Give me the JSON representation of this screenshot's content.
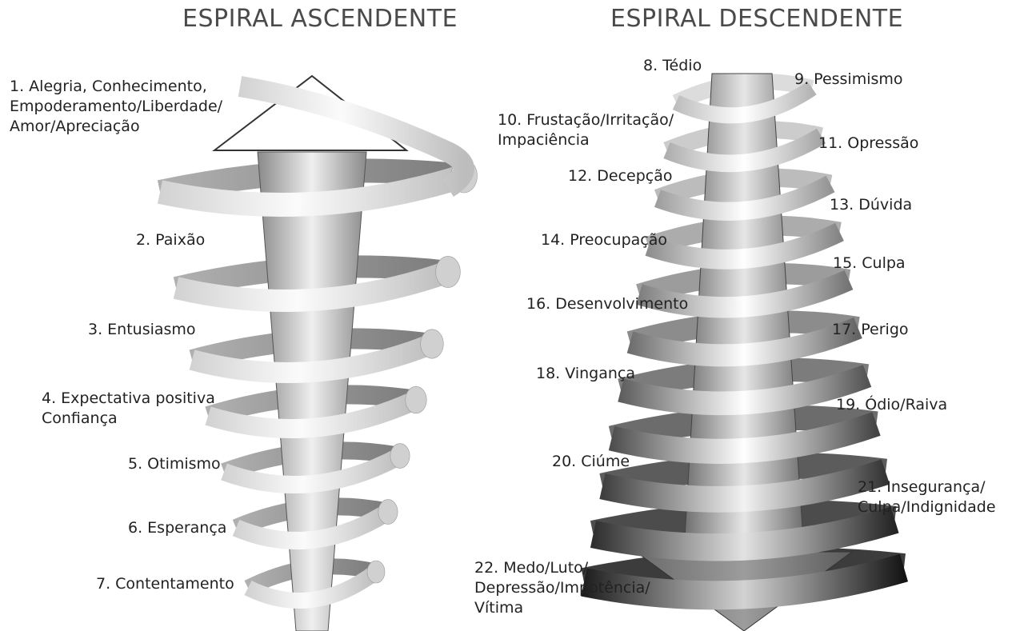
{
  "left": {
    "title": "ESPIRAL ASCENDENTE",
    "levels": [
      [
        "1. Alegria, Conhecimento,",
        "Empoderamento/Liberdade/",
        "Amor/Apreciação"
      ],
      [
        "2. Paixão"
      ],
      [
        "3. Entusiasmo"
      ],
      [
        "4. Expectativa positiva",
        "Confiança"
      ],
      [
        "5. Otimismo"
      ],
      [
        "6. Esperança"
      ],
      [
        "7. Contentamento"
      ]
    ]
  },
  "right": {
    "title": "ESPIRAL DESCENDENTE",
    "levels": [
      [
        "8. Tédio"
      ],
      [
        "9. Pessimismo"
      ],
      [
        "10. Frustação/Irritação/",
        "Impaciência"
      ],
      [
        "11. Opressão"
      ],
      [
        "12. Decepção"
      ],
      [
        "13. Dúvida"
      ],
      [
        "14. Preocupação"
      ],
      [
        "15. Culpa"
      ],
      [
        "16. Desenvolvimento"
      ],
      [
        "17. Perigo"
      ],
      [
        "18. Vingança"
      ],
      [
        "19. Ódio/Raiva"
      ],
      [
        "20. Ciúme"
      ],
      [
        "21. Insegurança/",
        "Culpa/Indignidade"
      ],
      [
        "22. Medo/Luto/",
        "Depressão/Impotência/",
        "Vítima"
      ]
    ]
  }
}
